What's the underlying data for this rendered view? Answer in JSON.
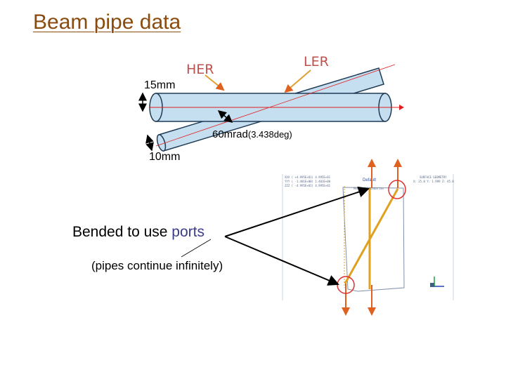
{
  "title": "Beam pipe data",
  "labels": {
    "her": "HER",
    "ler": "LER",
    "dim_15": "15mm",
    "dim_10": "10mm",
    "angle_main": "60mrad",
    "angle_deg": "(3.438deg)",
    "bended_prefix": "Bended to use ",
    "bended_ports": "ports",
    "continue_note": "(pipes continue infinitely)"
  },
  "colors": {
    "title": "#8a4b0f",
    "pipe_fill": "#c5dff0",
    "pipe_stroke": "#1f3a55",
    "beam_line": "#e02020",
    "cad_beam": "#e0a020",
    "cad_arrow": "#e06020",
    "marker_circle": "#e03030"
  }
}
